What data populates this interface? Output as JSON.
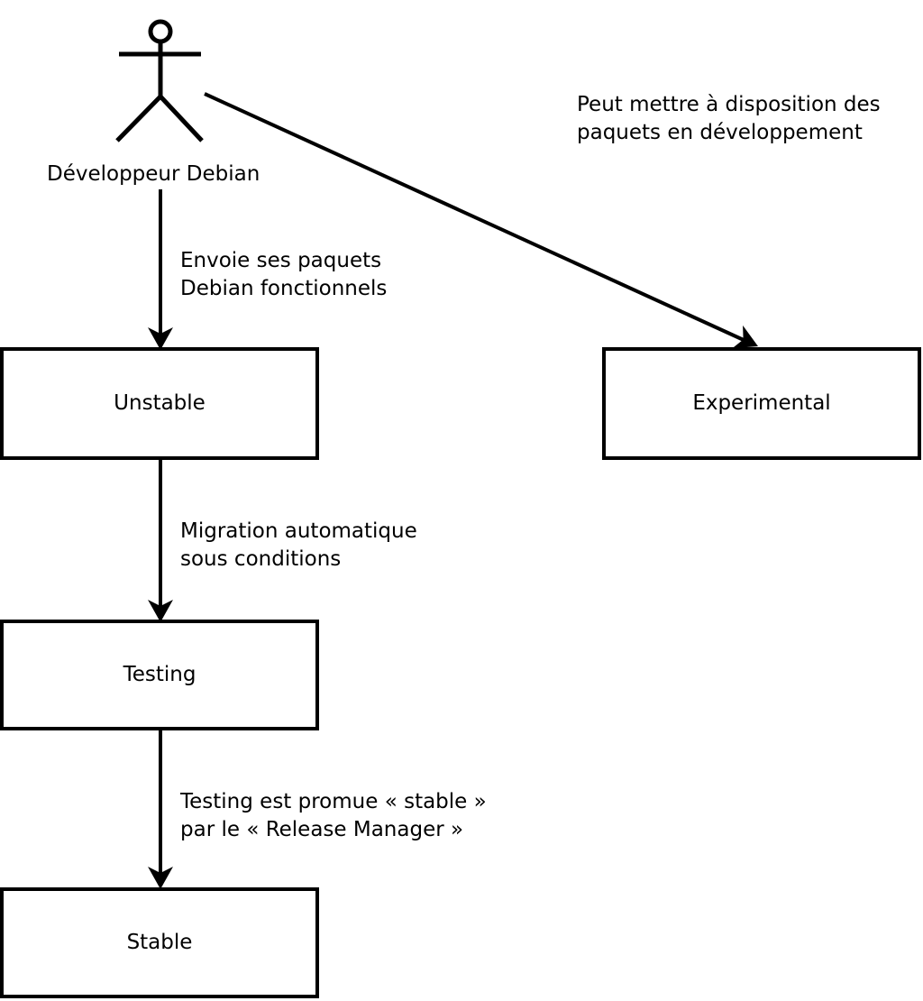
{
  "diagram": {
    "actor": {
      "label": "Développeur Debian"
    },
    "nodes": [
      {
        "id": "unstable",
        "label": "Unstable"
      },
      {
        "id": "experimental",
        "label": "Experimental"
      },
      {
        "id": "testing",
        "label": "Testing"
      },
      {
        "id": "stable",
        "label": "Stable"
      }
    ],
    "edges": [
      {
        "from": "developpeur-debian",
        "to": "unstable",
        "lines": [
          "Envoie ses paquets",
          "Debian fonctionnels"
        ]
      },
      {
        "from": "developpeur-debian",
        "to": "experimental",
        "lines": [
          "Peut mettre à disposition des",
          "paquets en développement"
        ]
      },
      {
        "from": "unstable",
        "to": "testing",
        "lines": [
          "Migration automatique",
          "sous conditions"
        ]
      },
      {
        "from": "testing",
        "to": "stable",
        "lines": [
          "Testing est promue « stable »",
          "par le « Release Manager »"
        ]
      }
    ],
    "colors": {
      "stroke": "#000000",
      "box_fill": "#ffffff",
      "background": "#ffffff",
      "text": "#000000"
    }
  }
}
